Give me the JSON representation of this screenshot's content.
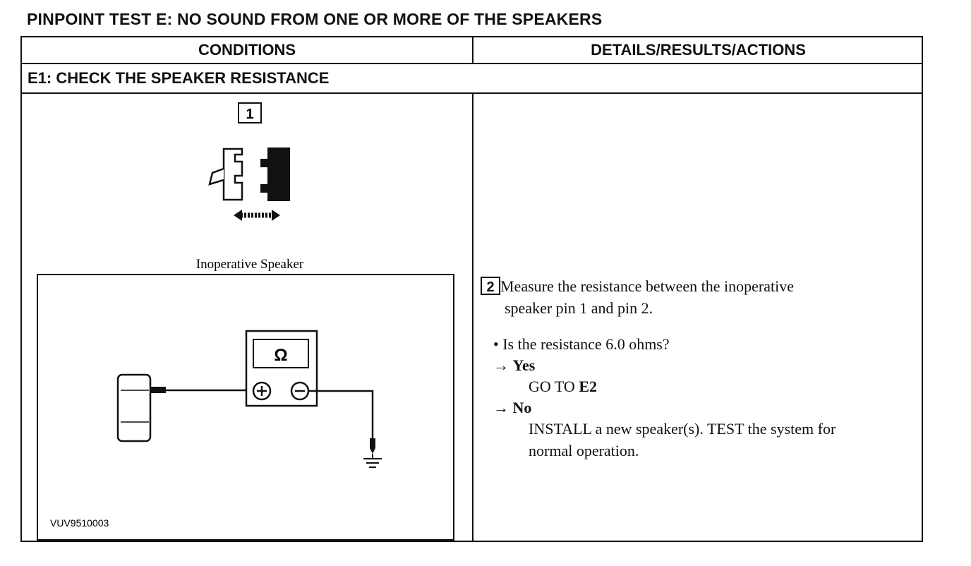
{
  "title": "PINPOINT TEST E: NO SOUND FROM ONE OR MORE OF THE SPEAKERS",
  "table": {
    "col_conditions": "CONDITIONS",
    "col_details": "DETAILS/RESULTS/ACTIONS",
    "step_title": "E1: CHECK THE SPEAKER RESISTANCE"
  },
  "left": {
    "step1_num": "1",
    "speaker_label": "Inoperative Speaker",
    "meter_symbol": "Ω",
    "figure_code": "VUV9510003"
  },
  "right": {
    "step2_num": "2",
    "step2_line1": "Measure the resistance between the inoperative",
    "step2_line2": "speaker pin 1 and pin 2.",
    "question": "• Is the resistance 6.0 ohms?",
    "yes_arrow": "→",
    "yes_label": "Yes",
    "yes_action_prefix": "GO TO ",
    "yes_action_target": "E2",
    "no_arrow": "→",
    "no_label": "No",
    "no_action_line1": "INSTALL a new speaker(s). TEST the system for",
    "no_action_line2": "normal operation."
  }
}
